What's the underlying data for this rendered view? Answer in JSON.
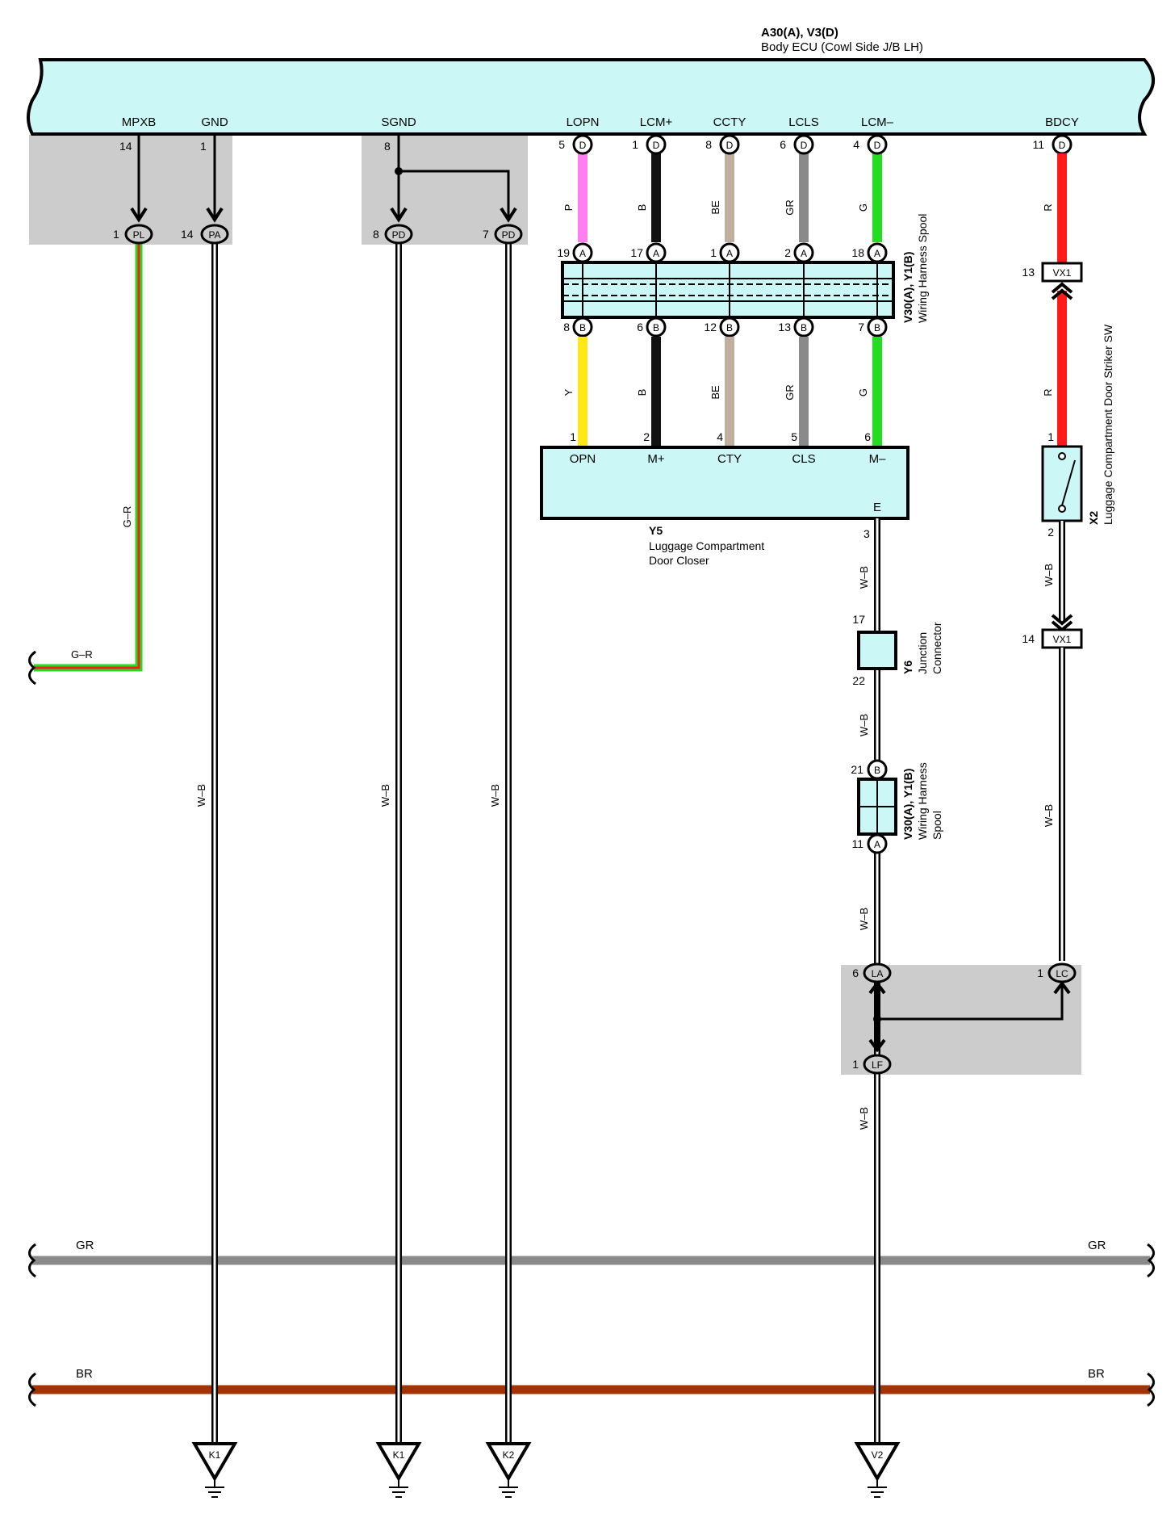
{
  "ecu": {
    "title": "A30(A), V3(D)",
    "subtitle": "Body ECU (Cowl Side J/B LH)",
    "terminals": {
      "mpxb": {
        "label": "MPXB",
        "pin": "14"
      },
      "gnd": {
        "label": "GND",
        "pin": "1"
      },
      "sgnd": {
        "label": "SGND",
        "pin": "8"
      },
      "lopn": {
        "label": "LOPN",
        "pin": "5",
        "tag": "D"
      },
      "lcmp": {
        "label": "LCM+",
        "pin": "1",
        "tag": "D"
      },
      "ccty": {
        "label": "CCTY",
        "pin": "8",
        "tag": "D"
      },
      "lcls": {
        "label": "LCLS",
        "pin": "6",
        "tag": "D"
      },
      "lcmm": {
        "label": "LCM–",
        "pin": "4",
        "tag": "D"
      },
      "bdcy": {
        "label": "BDCY",
        "pin": "11",
        "tag": "D"
      }
    }
  },
  "junctions": {
    "pl": {
      "tag": "PL",
      "pin": "1"
    },
    "pa": {
      "tag": "PA",
      "pin": "14"
    },
    "pd1": {
      "tag": "PD",
      "pin": "8"
    },
    "pd2": {
      "tag": "PD",
      "pin": "7"
    },
    "la": {
      "tag": "LA",
      "pin": "6"
    },
    "lc": {
      "tag": "LC",
      "pin": "1"
    },
    "lf": {
      "tag": "LF",
      "pin": "1"
    }
  },
  "spool_top": {
    "name": "V30(A), Y1(B)",
    "desc": "Wiring Harness Spool",
    "top_tag": "A",
    "bottom_tag": "B",
    "top_pins": [
      "19",
      "17",
      "1",
      "2",
      "18"
    ],
    "bottom_pins": [
      "8",
      "6",
      "12",
      "13",
      "7"
    ]
  },
  "wires": {
    "upper": [
      "P",
      "B",
      "BE",
      "GR",
      "G"
    ],
    "lower": [
      "Y",
      "B",
      "BE",
      "GR",
      "G"
    ],
    "red": "R",
    "gr_combo": "G–R",
    "wb": "W–B"
  },
  "y5": {
    "name": "Y5",
    "desc1": "Luggage Compartment",
    "desc2": "Door Closer",
    "pins": [
      "1",
      "2",
      "4",
      "5",
      "6"
    ],
    "terminals": [
      "OPN",
      "M+",
      "CTY",
      "CLS",
      "M–"
    ],
    "e_label": "E",
    "e_pin": "3"
  },
  "y6": {
    "name": "Y6",
    "desc1": "Junction",
    "desc2": "Connector",
    "pin_top": "17",
    "pin_bottom": "22"
  },
  "spool_bottom": {
    "name": "V30(A), Y1(B)",
    "desc1": "Wiring Harness",
    "desc2": "Spool",
    "top_tag": "B",
    "top_pin": "21",
    "bottom_tag": "A",
    "bottom_pin": "11"
  },
  "vx1": {
    "tag": "VX1",
    "pin_top": "13",
    "pin_bottom": "14"
  },
  "x2": {
    "name": "X2",
    "desc": "Luggage Compartment Door Striker SW",
    "pin_top": "1",
    "pin_bottom": "2"
  },
  "buses": {
    "gr": "GR",
    "br": "BR"
  },
  "grounds": [
    "K1",
    "K1",
    "K2",
    "V2"
  ],
  "colors": {
    "ecu_fill": "#ccf7f7",
    "shade": "#cccccc",
    "pink": "#ff7ff0",
    "black": "#111111",
    "beige": "#c0ae9e",
    "gray": "#8a8a8a",
    "green": "#22dd22",
    "yellow": "#ffe81a",
    "red": "#ff1a1a",
    "brown": "#a33300"
  }
}
